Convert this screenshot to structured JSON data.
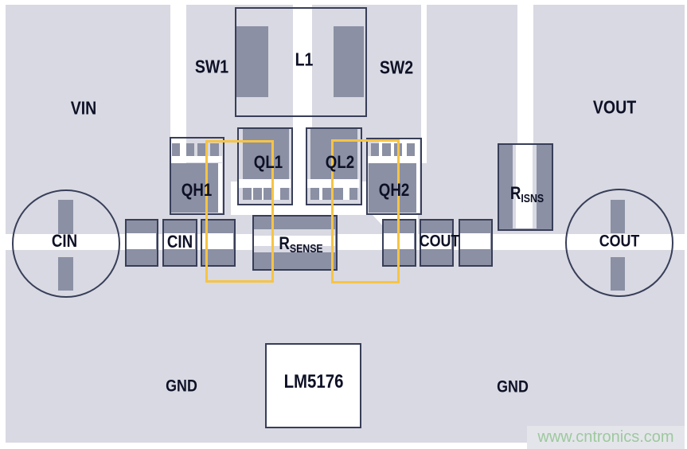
{
  "title": "LM5176 PCB layout diagram",
  "labels": {
    "vin": "VIN",
    "sw1": "SW1",
    "l1": "L1",
    "sw2": "SW2",
    "vout": "VOUT",
    "qh1": "QH1",
    "ql1": "QL1",
    "ql2": "QL2",
    "qh2": "QH2",
    "risns_base": "R",
    "risns_sub": "ISNS",
    "cin_bulk": "CIN",
    "cin": "CIN",
    "rsense_base": "R",
    "rsense_sub": "SENSE",
    "cout": "COUT",
    "cout_bulk": "COUT",
    "gnd_left": "GND",
    "gnd_right": "GND",
    "ic": "LM5176",
    "watermark": "www.cntronics.com"
  },
  "colors": {
    "board": "#D8D9E2",
    "copper_gap": "#FFFFFF",
    "pad": "#8B90A4",
    "outline": "#383E58",
    "text": "#0E1126",
    "loop": "#F6C445",
    "watermark_bg": "#E4E5EB",
    "watermark_text": "#9DC99D"
  }
}
